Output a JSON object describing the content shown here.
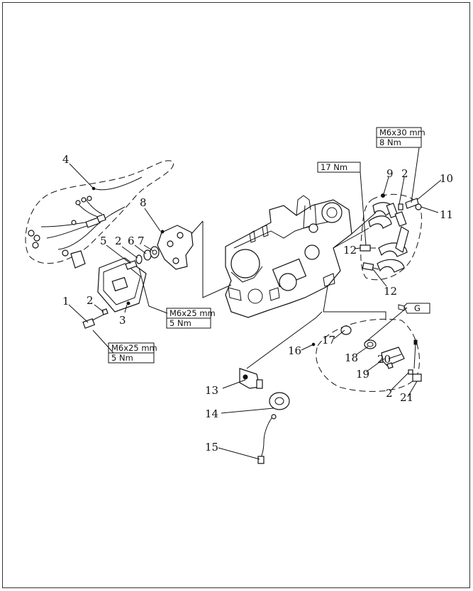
{
  "callouts": {
    "c1": "1",
    "c2a": "2",
    "c3": "3",
    "c4": "4",
    "c5": "5",
    "c2b": "2",
    "c6": "6",
    "c7": "7",
    "c8": "8",
    "c9": "9",
    "c2c": "2",
    "c10": "10",
    "c11": "11",
    "c12a": "12",
    "c12b": "12",
    "c13": "13",
    "c14": "14",
    "c15": "15",
    "c16": "16",
    "c17": "17",
    "c18": "18",
    "c19": "19",
    "c20": "20",
    "c2d": "2",
    "c21": "21"
  },
  "specs": {
    "bolt_mid": {
      "size": "M6x25 mm",
      "torque": "5 Nm"
    },
    "bolt_left": {
      "size": "M6x25 mm",
      "torque": "5 Nm"
    },
    "bolt_top": {
      "size": "M6x30 mm",
      "torque": "8 Nm"
    },
    "plug_torque": "17 Nm",
    "grease_mark": "G"
  }
}
